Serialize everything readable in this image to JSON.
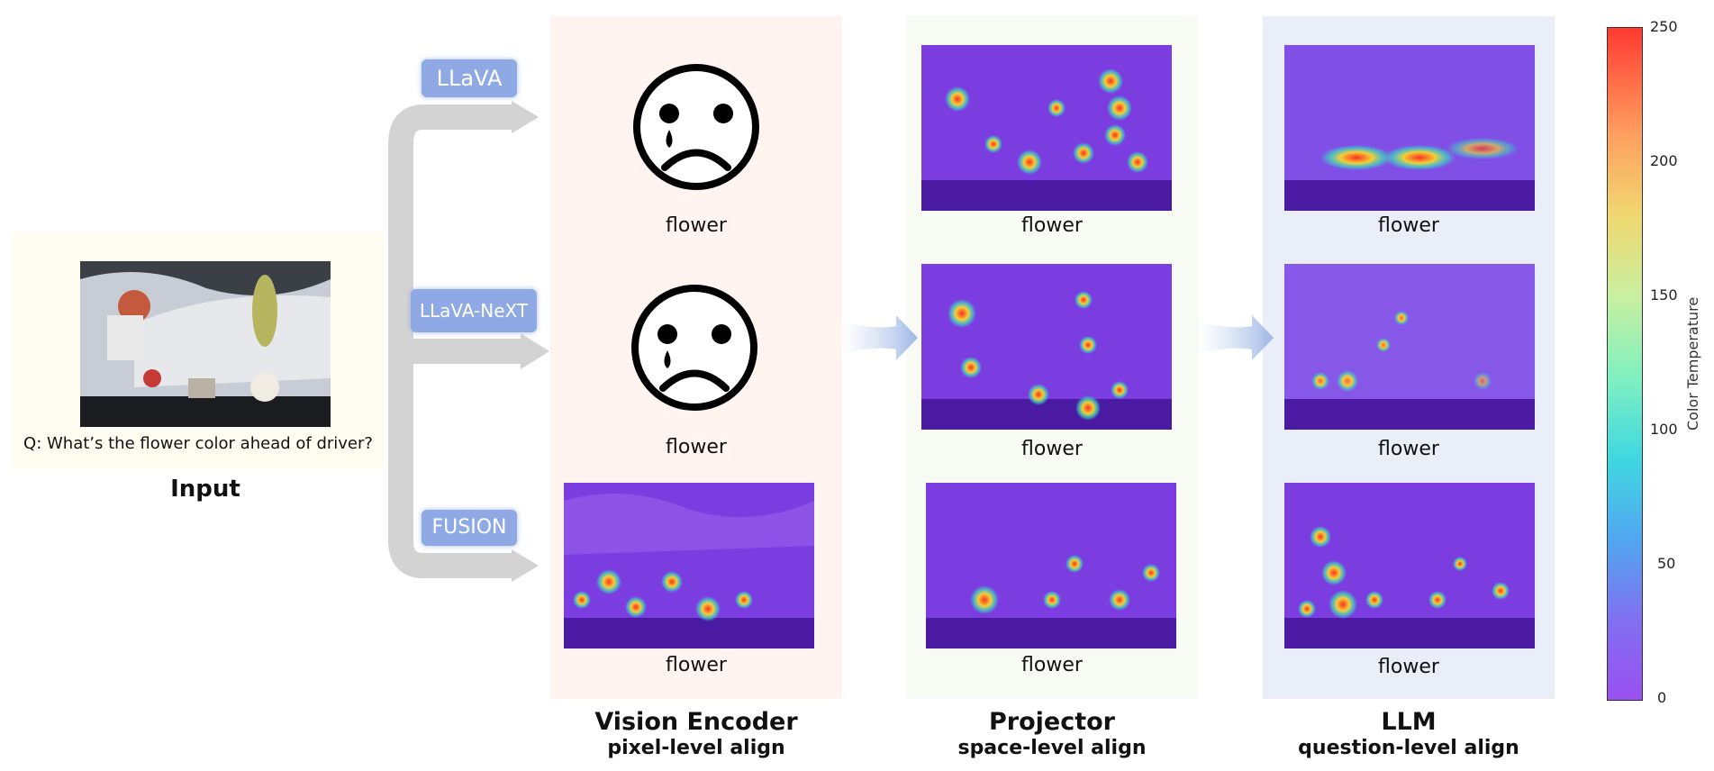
{
  "input": {
    "question": "Q: What’s the flower color ahead of driver?",
    "label": "Input"
  },
  "models": {
    "llava": "LLaVA",
    "llava_next": "LLaVA-NeXT",
    "fusion": "FUSION"
  },
  "icons": {
    "sad_face": "sad-face-icon"
  },
  "word_caption": "flower",
  "stages": [
    {
      "title": "Vision Encoder",
      "subtitle": "pixel-level align"
    },
    {
      "title": "Projector",
      "subtitle": "space-level align"
    },
    {
      "title": "LLM",
      "subtitle": "question-level align"
    }
  ],
  "colorbar": {
    "label": "Color Temperature",
    "ticks": [
      "250",
      "200",
      "150",
      "100",
      "50",
      "0"
    ],
    "range": [
      0,
      250
    ]
  },
  "colors": {
    "input_bg": "#fffdf1",
    "vision_bg": "#fff4f0",
    "projector_bg": "#f8fbf3",
    "llm_bg": "#e9eef8",
    "tag": "#8fa9e4",
    "arrow": "#d3d3d3"
  }
}
